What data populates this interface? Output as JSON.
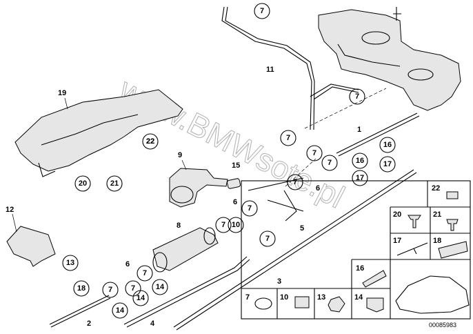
{
  "watermark": "www.BMWsote.pl",
  "diagram_code": "00085983",
  "labels": {
    "n1": "1",
    "n2": "2",
    "n3": "3",
    "n4": "4",
    "n5": "5",
    "n6a": "6",
    "n6b": "6",
    "n6c": "6",
    "n8": "8",
    "n9": "9",
    "n11": "11",
    "n12": "12",
    "n15": "15",
    "n19": "19",
    "n22": "22"
  },
  "callouts": {
    "c7a": "7",
    "c7b": "7",
    "c7c": "7",
    "c7d": "7",
    "c7e": "7",
    "c7f": "7",
    "c7g": "7",
    "c7h": "7",
    "c7i": "7",
    "c7j": "7",
    "c7k": "7",
    "c7l": "7",
    "c10": "10",
    "c13": "13",
    "c14a": "14",
    "c14b": "14",
    "c14c": "14",
    "c14d": "14",
    "c16a": "16",
    "c16b": "16",
    "c17a": "17",
    "c17b": "17",
    "c18": "18",
    "c20": "20",
    "c21": "21",
    "c22": "22"
  },
  "legend": [
    {
      "num": "22",
      "icon": "clip-icon"
    },
    {
      "num": "20",
      "icon": "rivet-icon"
    },
    {
      "num": "21",
      "icon": "screw-icon"
    },
    {
      "num": "17",
      "icon": "bracket-icon"
    },
    {
      "num": "18",
      "icon": "double-clip-icon"
    },
    {
      "num": "16",
      "icon": "line-clip-icon"
    },
    {
      "num": "7",
      "icon": "hose-clamp-icon"
    },
    {
      "num": "10",
      "icon": "pipe-clip-icon"
    },
    {
      "num": "13",
      "icon": "nut-icon"
    },
    {
      "num": "14",
      "icon": "holder-icon"
    },
    {
      "num": "",
      "icon": "car-silhouette-icon"
    }
  ]
}
